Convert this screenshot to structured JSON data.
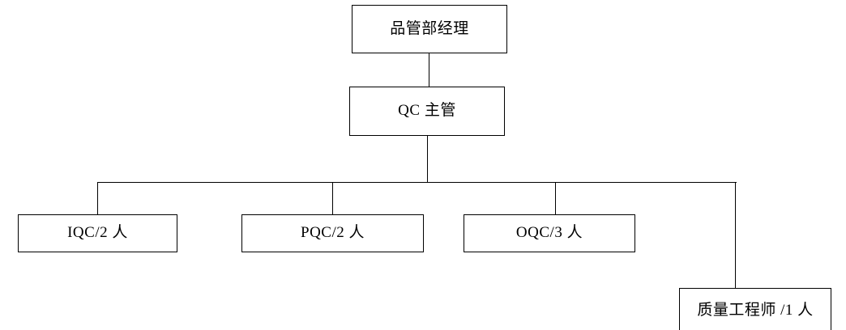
{
  "chart_data": {
    "type": "diagram",
    "diagram_type": "organizational-chart",
    "title": "",
    "orientation": "top-down",
    "nodes": [
      {
        "id": "manager",
        "label": "品管部经理",
        "level": 0
      },
      {
        "id": "qc_lead",
        "label": "QC 主管",
        "level": 1
      },
      {
        "id": "iqc",
        "label": "IQC/2 人",
        "level": 2
      },
      {
        "id": "pqc",
        "label": "PQC/2 人",
        "level": 2
      },
      {
        "id": "oqc",
        "label": "OQC/3 人",
        "level": 2
      },
      {
        "id": "quality_eng",
        "label": "质量工程师 /1 人",
        "level": 3
      }
    ],
    "edges": [
      {
        "from": "manager",
        "to": "qc_lead"
      },
      {
        "from": "qc_lead",
        "to": "iqc"
      },
      {
        "from": "qc_lead",
        "to": "pqc"
      },
      {
        "from": "qc_lead",
        "to": "oqc"
      },
      {
        "from": "qc_lead",
        "to": "quality_eng"
      }
    ],
    "headcount": {
      "iqc": 2,
      "pqc": 2,
      "oqc": 3,
      "quality_eng": 1
    },
    "colors": {
      "background": "#ffffff",
      "border": "#000000",
      "text": "#000000"
    }
  },
  "nodes": {
    "manager": {
      "label": "品管部经理"
    },
    "qc_lead": {
      "label": "QC 主管"
    },
    "iqc": {
      "label": "IQC/2 人"
    },
    "pqc": {
      "label": "PQC/2 人"
    },
    "oqc": {
      "label": "OQC/3 人"
    },
    "quality_eng": {
      "label": "质量工程师 /1 人"
    }
  }
}
